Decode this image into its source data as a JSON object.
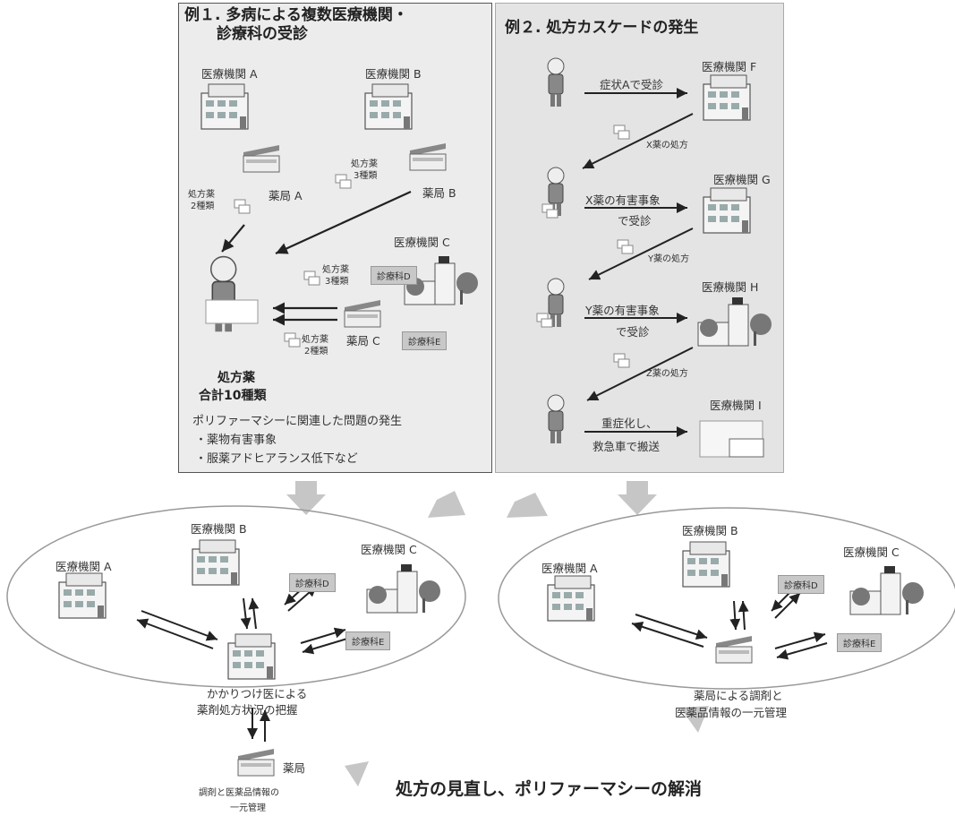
{
  "example1": {
    "title_line1": "例１. 多病による複数医療機関・",
    "title_line2": "診療科の受診",
    "hospital_a": "医療機関 A",
    "hospital_b": "医療機関 B",
    "hospital_c": "医療機関 C",
    "pharmacy_a": "薬局 A",
    "pharmacy_b": "薬局 B",
    "pharmacy_c": "薬局 C",
    "dept_d": "診療科D",
    "dept_e": "診療科E",
    "rx_a_l1": "処方薬",
    "rx_a_l2": "2種類",
    "rx_b_l1": "処方薬",
    "rx_b_l2": "3種類",
    "rx_d_l1": "処方薬",
    "rx_d_l2": "3種類",
    "rx_e_l1": "処方薬",
    "rx_e_l2": "2種類",
    "total_l1": "処方薬",
    "total_l2": "合計10種類",
    "problem_title": "ポリファーマシーに関連した問題の発生",
    "problem_1": "・薬物有害事象",
    "problem_2": "・服薬アドヒアランス低下など"
  },
  "example2": {
    "title": "例２. 処方カスケードの発生",
    "hospital_f": "医療機関 F",
    "hospital_g": "医療機関 G",
    "hospital_h": "医療機関 H",
    "hospital_i": "医療機関 I",
    "visit_a": "症状Aで受診",
    "rx_x": "X薬の処方",
    "ae_x_l1": "X薬の有害事象",
    "ae_x_l2": "で受診",
    "rx_y": "Y薬の処方",
    "ae_y_l1": "Y薬の有害事象",
    "ae_y_l2": "で受診",
    "rx_z": "Z薬の処方",
    "severe_l1": "重症化し、",
    "severe_l2": "救急車で搬送"
  },
  "solution_left": {
    "hospital_a": "医療機関 A",
    "hospital_b": "医療機関 B",
    "hospital_c": "医療機関 C",
    "dept_d": "診療科D",
    "dept_e": "診療科E",
    "caption_l1": "かかりつけ医による",
    "caption_l2": "薬剤処方状況の把握",
    "pharmacy": "薬局",
    "pharmacy_caption_l1": "調剤と医薬品情報の",
    "pharmacy_caption_l2": "一元管理"
  },
  "solution_right": {
    "hospital_a": "医療機関 A",
    "hospital_b": "医療機関 B",
    "hospital_c": "医療機関 C",
    "dept_d": "診療科D",
    "dept_e": "診療科E",
    "caption_l1": "薬局による調剤と",
    "caption_l2": "医薬品情報の一元管理"
  },
  "conclusion": "処方の見直し、ポリファーマシーの解消"
}
